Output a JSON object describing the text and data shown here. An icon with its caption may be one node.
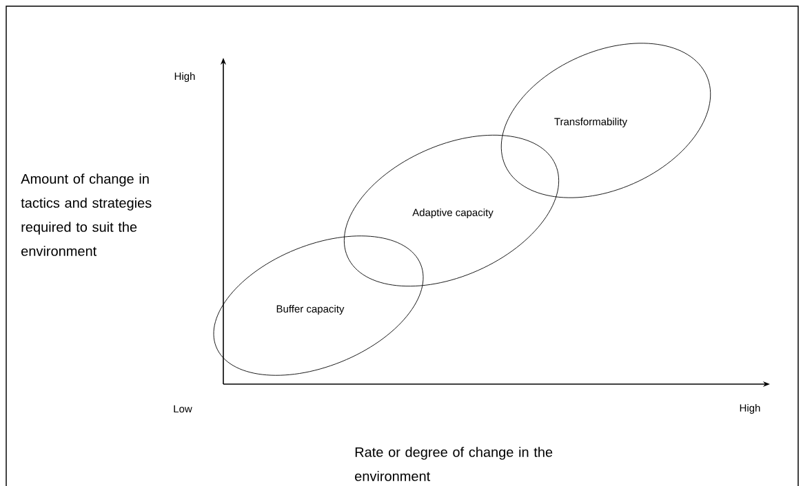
{
  "diagram": {
    "nodes": [
      {
        "text": [
          "Buffer capacity"
        ]
      },
      {
        "text": [
          "Adaptive capacity"
        ]
      },
      {
        "text": [
          "Transformability"
        ]
      }
    ],
    "labels": [
      "High",
      "Amount of change in tactics and strategies required to suit the environment",
      "Low",
      "High",
      "Rate or degree of change in the environment"
    ]
  }
}
